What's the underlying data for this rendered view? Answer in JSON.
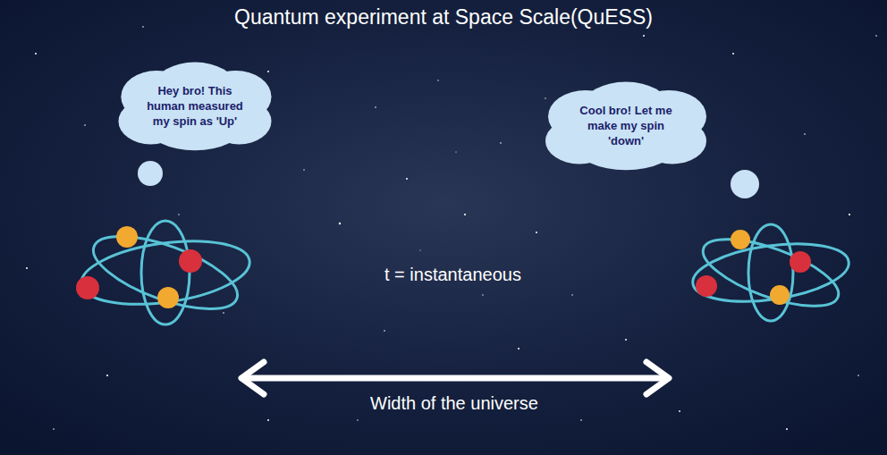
{
  "diagram": {
    "title": "Quantum experiment at Space Scale(QuESS)",
    "nodes": [
      {
        "text": [
          "Hey bro! This human measured my spin as 'Up'"
        ]
      },
      {
        "text": [
          "Cool bro! Let me make my spin 'down'"
        ]
      }
    ],
    "labels": [
      "t = instantaneous",
      "Width of the universe"
    ]
  }
}
